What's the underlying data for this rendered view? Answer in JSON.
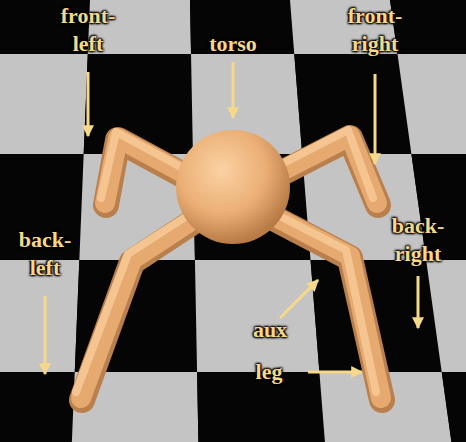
{
  "diagram": {
    "labels": [
      "front-left",
      "torso",
      "front-right",
      "back-left",
      "back-right",
      "aux",
      "leg"
    ]
  }
}
